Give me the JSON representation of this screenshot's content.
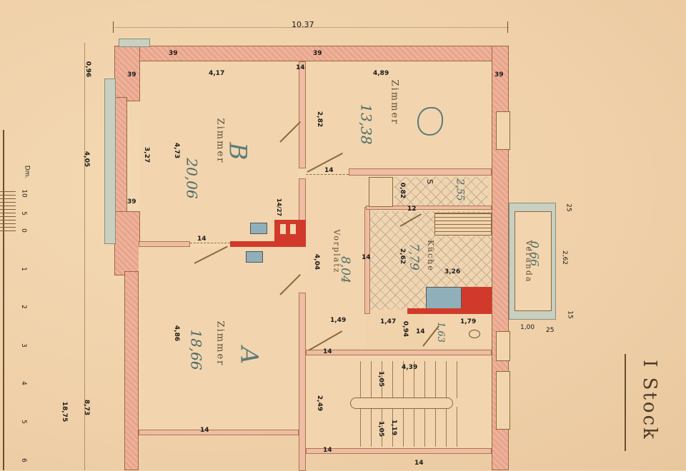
{
  "sheet": {
    "title": "I Stock",
    "overall_width": "10.37",
    "overall_height": "18,75",
    "left_dims": [
      "0,96",
      "4,05",
      "8,73"
    ],
    "scale_bar": {
      "unit": "Dm.",
      "top_ticks": [
        "10",
        "5",
        "0"
      ],
      "ticks": [
        "1",
        "2",
        "3",
        "4",
        "5",
        "6"
      ]
    }
  },
  "rooms": {
    "B": {
      "letter": "B",
      "name": "Zimmer",
      "area": "20,06",
      "width": "4,17",
      "depth": "4,73",
      "window_pier": "3,27"
    },
    "C": {
      "letter": "C",
      "name": "Zimmer",
      "area": "13,38",
      "width": "4,89",
      "depth": "2,82"
    },
    "A": {
      "letter": "A",
      "name": "Zimmer",
      "area": "18,66",
      "depth": "4,86"
    },
    "vorplatz": {
      "name": "Vorplatz",
      "area": "8,04",
      "depth": "4,04",
      "width": "1,49"
    },
    "kueche": {
      "name": "Küche",
      "area": "7,79",
      "depth": "2,62",
      "width": "3,26"
    },
    "speise": {
      "label": "S",
      "area": "2,55",
      "depth": "0,82"
    },
    "veranda": {
      "name": "Veranda",
      "area": "0,66",
      "depth": "2,62",
      "width": "1,00",
      "side1": "25",
      "side2": "25",
      "side3": "15"
    },
    "abort": {
      "area": "1,63",
      "w1": "1,47",
      "w2": "0,94",
      "w3": "1,79"
    },
    "treppe": {
      "width": "4,39",
      "depth": "2,49",
      "run1": "1,05",
      "run2": "1,05",
      "landing": "1,19"
    }
  },
  "walls": {
    "outer": "39",
    "inner": "14",
    "chimney": "14/27",
    "door_hall": "12"
  }
}
